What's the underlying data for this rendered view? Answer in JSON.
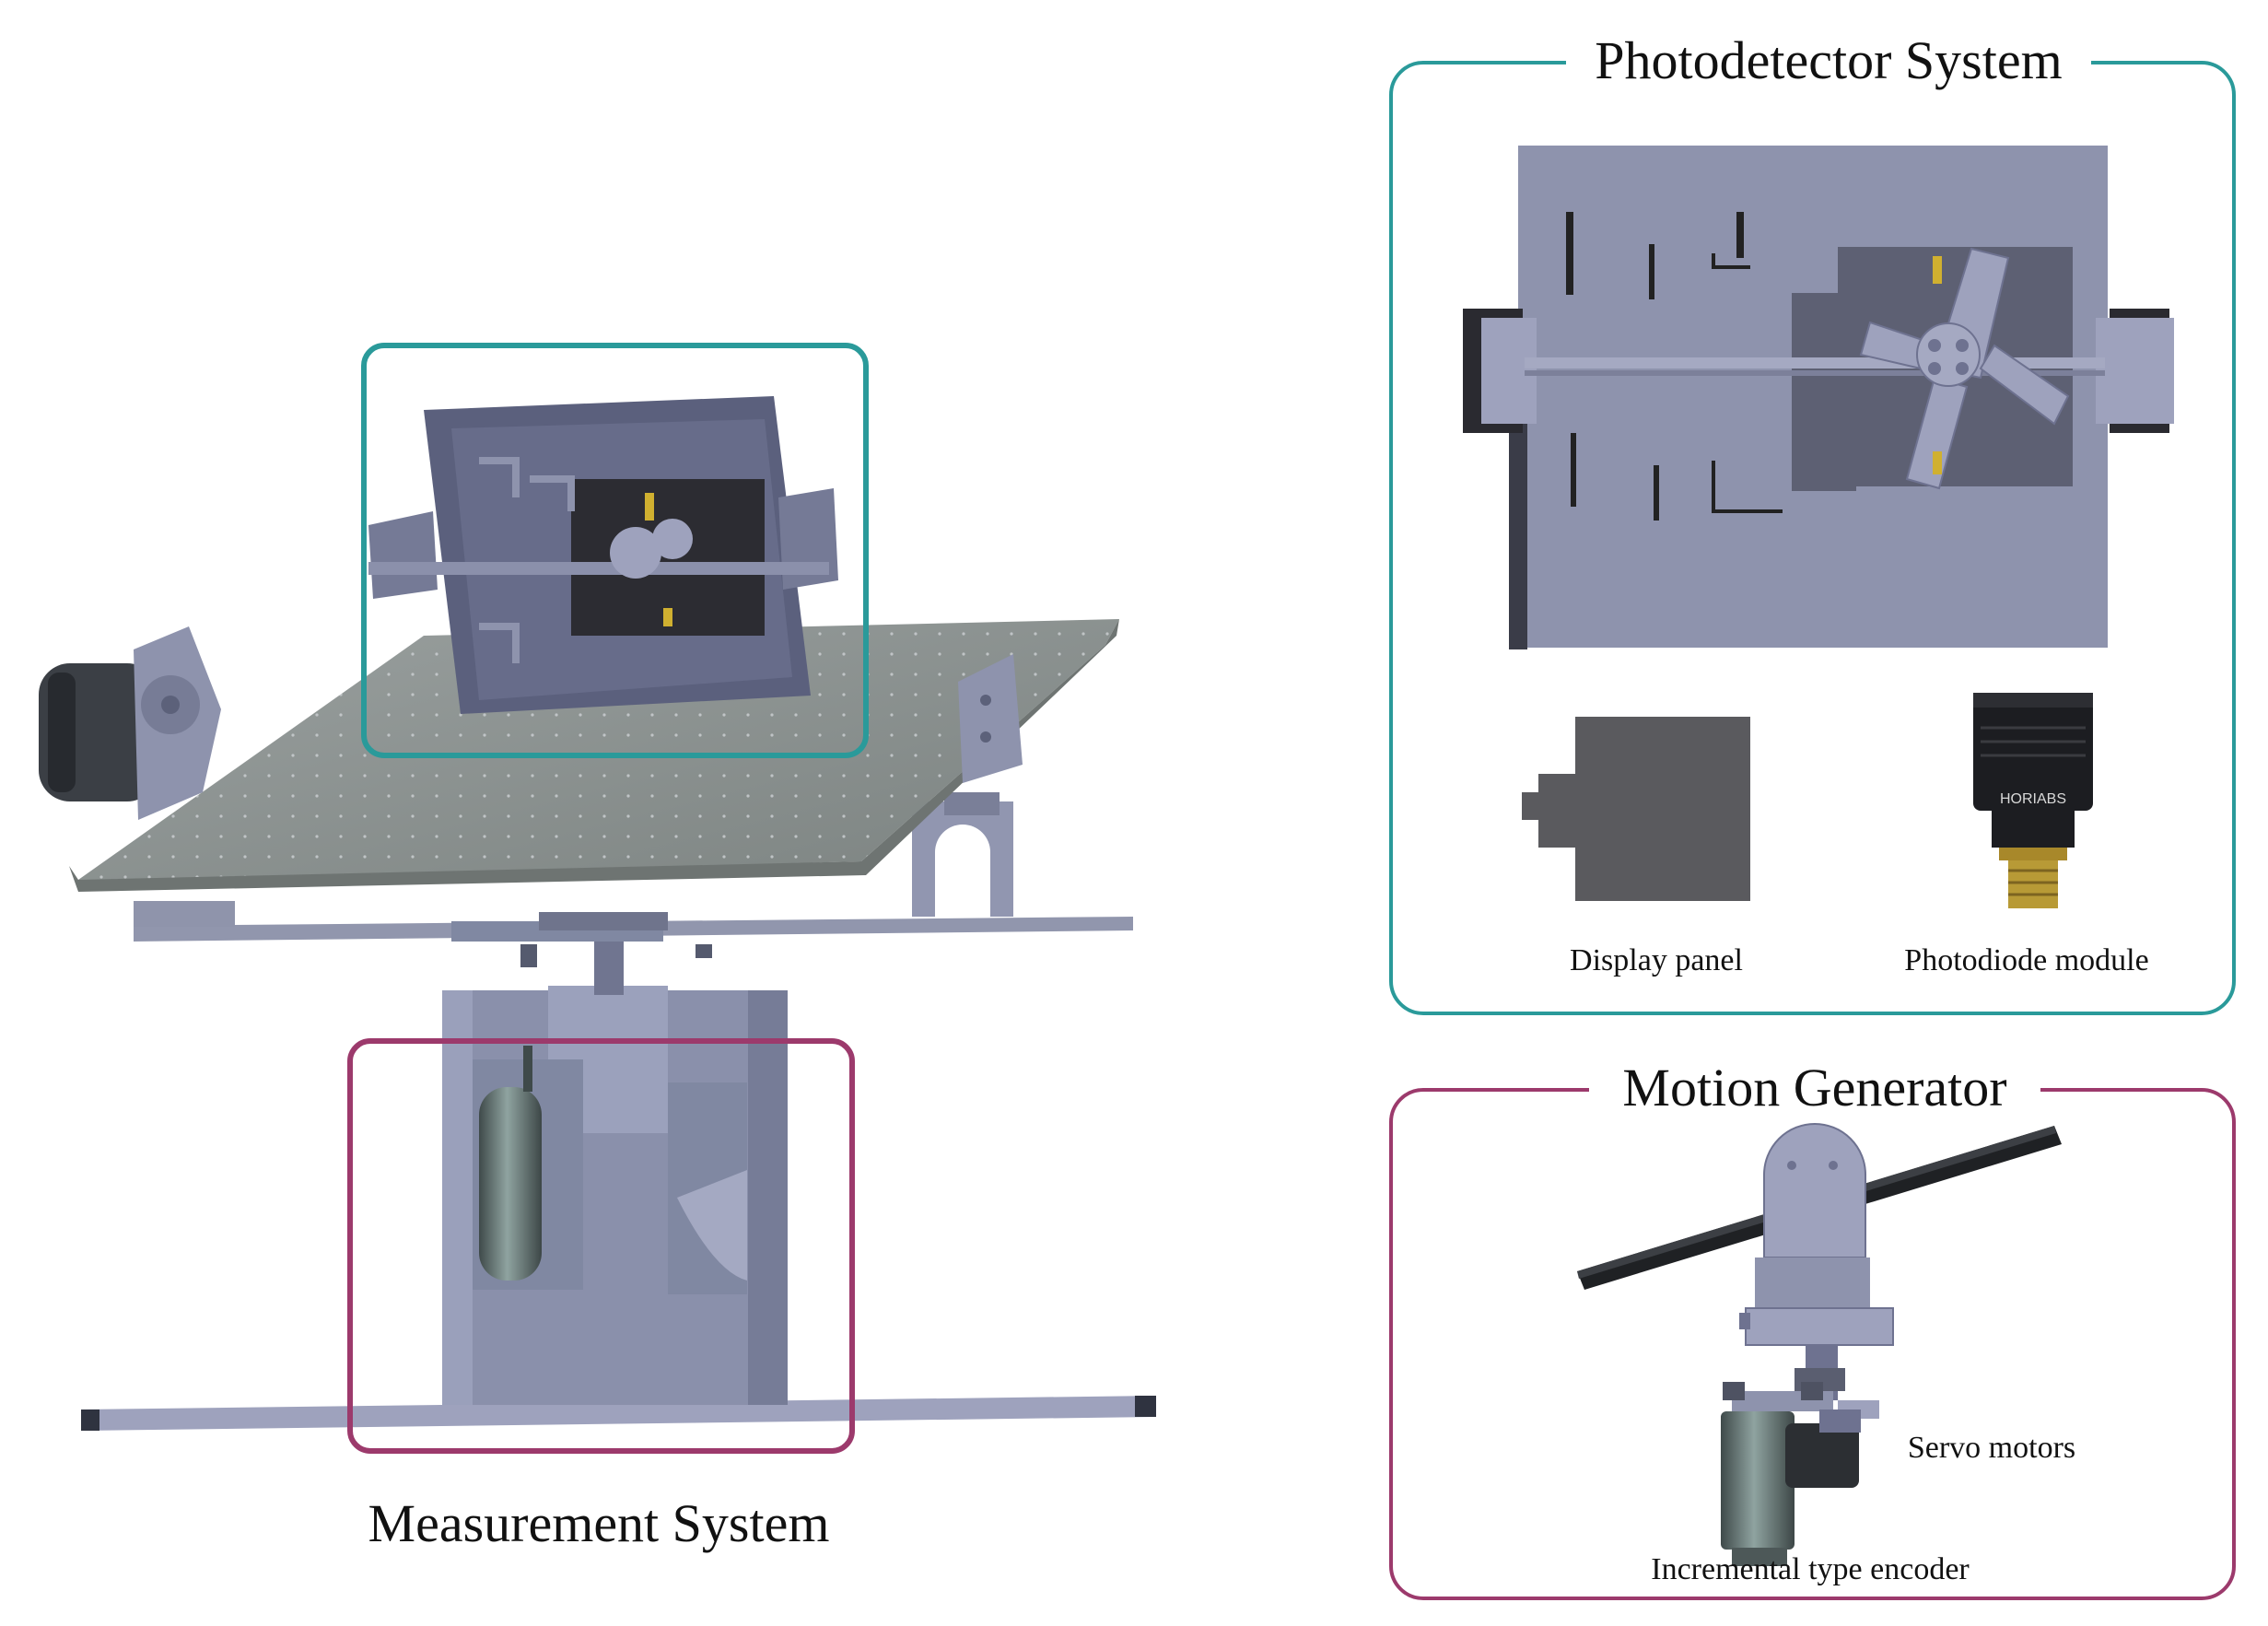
{
  "measurement": {
    "caption": "Measurement System"
  },
  "photodetector": {
    "title": "Photodetector System",
    "display_label": "Display panel",
    "photodiode_label": "Photodiode module",
    "module_brand": "HORIABS"
  },
  "motion": {
    "title": "Motion Generator",
    "servo_label": "Servo motors",
    "encoder_label": "Incremental type encoder"
  },
  "colors": {
    "teal": "#2a9a9a",
    "magenta": "#9c3a6c",
    "steel": "#8e93ad",
    "steel_dark": "#5c617a",
    "plate": "#8a9198"
  }
}
